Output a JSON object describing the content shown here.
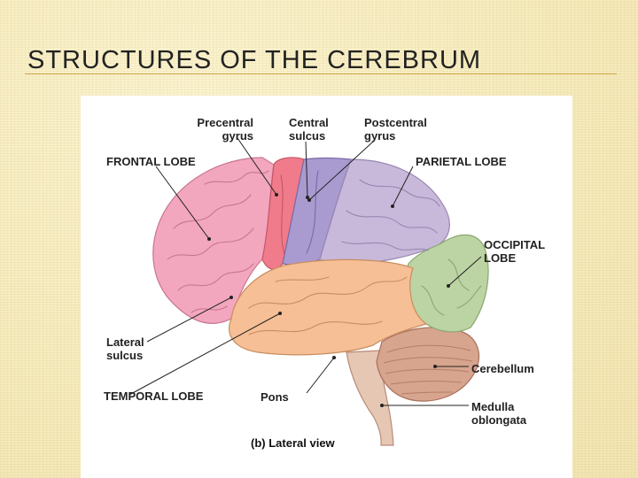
{
  "slide": {
    "title": "STRUCTURES OF THE CEREBRUM"
  },
  "diagram": {
    "labels": {
      "precentral_gyrus": "Precentral\ngyrus",
      "central_sulcus": "Central\nsulcus",
      "postcentral_gyrus": "Postcentral\ngyrus",
      "frontal_lobe": "FRONTAL LOBE",
      "parietal_lobe": "PARIETAL LOBE",
      "occipital_lobe": "OCCIPITAL\nLOBE",
      "lateral_sulcus": "Lateral\nsulcus",
      "temporal_lobe": "TEMPORAL LOBE",
      "pons": "Pons",
      "cerebellum": "Cerebellum",
      "medulla_oblongata": "Medulla oblongata"
    },
    "caption": {
      "tag": "(b)",
      "text": "Lateral view"
    },
    "colors": {
      "frontal": "#f2a7bf",
      "precentral": "#f07b8a",
      "postcentral": "#a99ad0",
      "parietal": "#c8b8da",
      "occipital": "#bcd3a4",
      "temporal": "#f6bf95",
      "cerebellum": "#d7a48e",
      "brainstem": "#e6c7b3"
    }
  }
}
